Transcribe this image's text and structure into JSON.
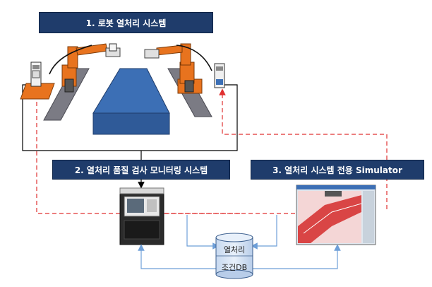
{
  "titles": {
    "robot_system": "1. 로봇 열처리 시스템",
    "monitoring_system": "2. 열처리 품질 검사 모니터링 시스템",
    "simulator": "3. 열처리 시스템 전용 Simulator"
  },
  "database": {
    "line1": "열처리",
    "line2": "조건DB"
  },
  "colors": {
    "label_bg": "#1f3c6b",
    "dashed_red": "#e03030",
    "db_link_blue": "#6e9fd8",
    "workpiece_blue": "#3c6fb5",
    "robot_orange": "#e8731e"
  }
}
